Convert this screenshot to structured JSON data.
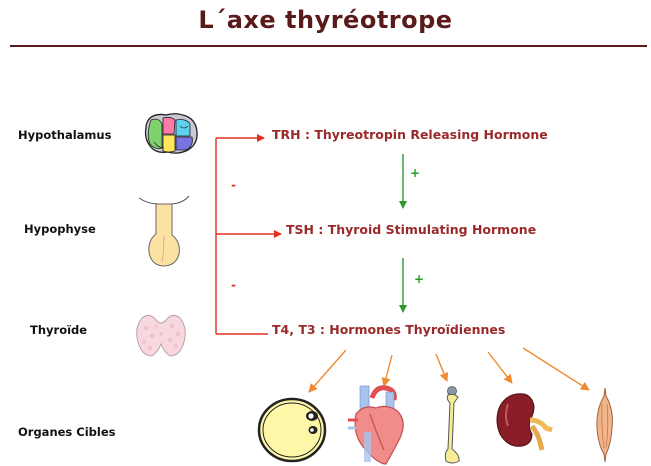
{
  "title": "L´axe thyréotrope",
  "organs": {
    "hypothalamus": "Hypothalamus",
    "hypophyse": "Hypophyse",
    "thyroide": "Thyroïde",
    "cibles": "Organes Cibles"
  },
  "hormones": {
    "trh": "TRH : Thyreotropin Releasing Hormone",
    "tsh": "TSH : Thyroid Stimulating Hormone",
    "t4t3": "T4, T3 : Hormones Thyroïdiennes"
  },
  "signs": {
    "minus": "-",
    "plus": "+"
  },
  "colors": {
    "title": "#5a1a1a",
    "hormone_text": "#9a2a2a",
    "feedback_red": "#e03020",
    "stimulation_green": "#2a9a2a",
    "target_orange": "#f08a30"
  },
  "icons": [
    "brain-icon",
    "pituitary-icon",
    "thyroid-icon",
    "cell-icon",
    "heart-icon",
    "bone-icon",
    "kidney-icon",
    "muscle-icon"
  ]
}
